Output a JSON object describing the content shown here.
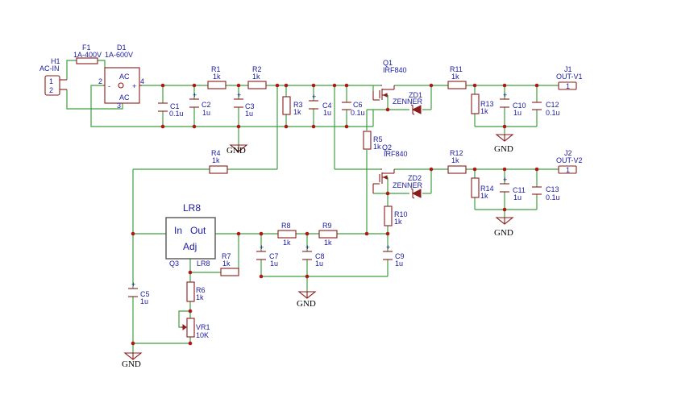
{
  "components": {
    "H1": {
      "ref": "H1",
      "value": "AC-IN",
      "pins": [
        "1",
        "2"
      ]
    },
    "F1": {
      "ref": "F1",
      "value": "1A-400V"
    },
    "D1": {
      "ref": "D1",
      "value": "1A-600V",
      "pin_labels": [
        "AC",
        "AC",
        "2",
        "-",
        "+",
        "4",
        "3"
      ]
    },
    "R1": {
      "ref": "R1",
      "value": "1k"
    },
    "R2": {
      "ref": "R2",
      "value": "1k"
    },
    "R3": {
      "ref": "R3",
      "value": "1k"
    },
    "R4": {
      "ref": "R4",
      "value": "1k"
    },
    "R5": {
      "ref": "R5",
      "value": "1k"
    },
    "R6": {
      "ref": "R6",
      "value": "1k"
    },
    "R7": {
      "ref": "R7",
      "value": "1k"
    },
    "R8": {
      "ref": "R8",
      "value": "1k"
    },
    "R9": {
      "ref": "R9",
      "value": "1k"
    },
    "R10": {
      "ref": "R10",
      "value": "1k"
    },
    "R11": {
      "ref": "R11",
      "value": "1k"
    },
    "R12": {
      "ref": "R12",
      "value": "1k"
    },
    "R13": {
      "ref": "R13",
      "value": "1k"
    },
    "R14": {
      "ref": "R14",
      "value": "1k"
    },
    "C1": {
      "ref": "C1",
      "value": "0.1u"
    },
    "C2": {
      "ref": "C2",
      "value": "1u"
    },
    "C3": {
      "ref": "C3",
      "value": "1u"
    },
    "C4": {
      "ref": "C4",
      "value": "1u"
    },
    "C5": {
      "ref": "C5",
      "value": "1u"
    },
    "C6": {
      "ref": "C6",
      "value": "0.1u"
    },
    "C7": {
      "ref": "C7",
      "value": "1u"
    },
    "C8": {
      "ref": "C8",
      "value": "1u"
    },
    "C9": {
      "ref": "C9",
      "value": "1u"
    },
    "C10": {
      "ref": "C10",
      "value": "1u"
    },
    "C11": {
      "ref": "C11",
      "value": "1u"
    },
    "C12": {
      "ref": "C12",
      "value": "0.1u"
    },
    "C13": {
      "ref": "C13",
      "value": "0.1u"
    },
    "Q1": {
      "ref": "Q1",
      "value": "IRF840"
    },
    "Q2": {
      "ref": "Q2",
      "value": "IRF840"
    },
    "ZD1": {
      "ref": "ZD1",
      "value": "ZENNER"
    },
    "ZD2": {
      "ref": "ZD2",
      "value": "ZENNER"
    },
    "J1": {
      "ref": "J1",
      "value": "OUT-V1",
      "pin": "1"
    },
    "J2": {
      "ref": "J2",
      "value": "OUT-V2",
      "pin": "1"
    },
    "VR1": {
      "ref": "VR1",
      "value": "10K"
    },
    "LR8": {
      "title": "LR8",
      "ref": "Q3",
      "value": "LR8",
      "pin_in": "In",
      "pin_out": "Out",
      "pin_adj": "Adj"
    }
  },
  "ground_label": "GND"
}
